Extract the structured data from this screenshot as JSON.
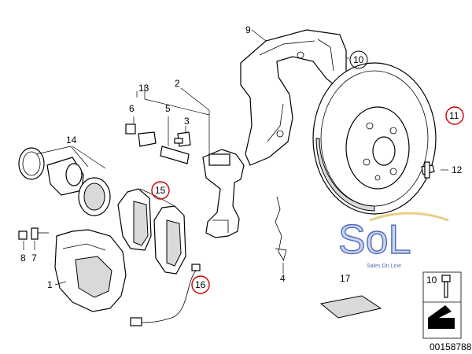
{
  "labels": {
    "p1": "1",
    "p2": "2",
    "p3": "3",
    "p4": "4",
    "p5": "5",
    "p6": "6",
    "p7": "7",
    "p8": "8",
    "p9": "9",
    "p10": "10",
    "p11": "11",
    "p12": "12",
    "p13": "13",
    "p14": "14",
    "p15": "15",
    "p16": "16",
    "p17": "17",
    "p10b": "10"
  },
  "watermark": {
    "logo": "SoL",
    "tagline": "Sales On Line"
  },
  "catalog_number": "00158788",
  "colors": {
    "highlight_circle": "#cc0000",
    "logo_blue": "#3b5bb3",
    "logo_fill": "#c7d0ea"
  }
}
